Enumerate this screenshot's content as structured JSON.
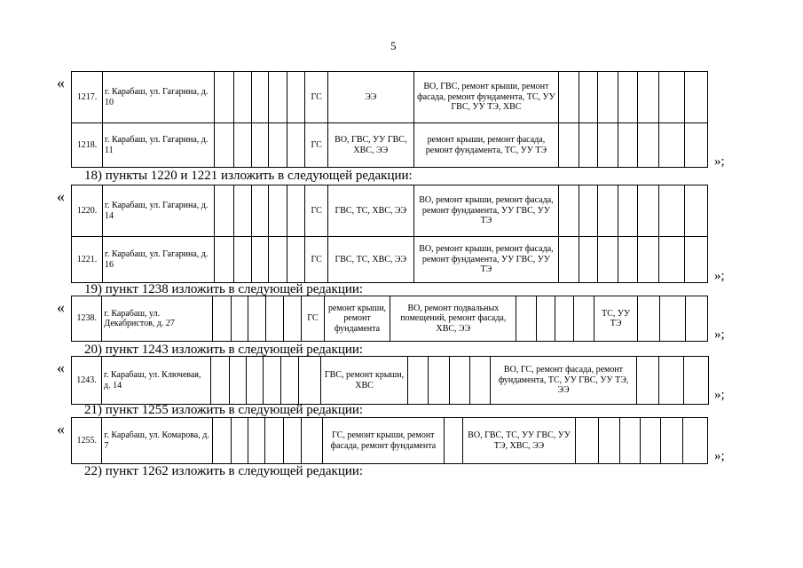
{
  "page_number": "5",
  "open_quote": "«",
  "close_mark": "»;",
  "headings": {
    "h18": "18) пункты 1220 и 1221 изложить в следующей редакции:",
    "h19": "19) пункт 1238 изложить в следующей редакции:",
    "h20": "20) пункт 1243 изложить в следующей редакции:",
    "h21": "21) пункт 1255 изложить в следующей редакции:",
    "h22": "22) пункт 1262 изложить в следующей редакции:"
  },
  "rows": {
    "r1217": {
      "num": "1217.",
      "addr": "г. Карабаш, ул. Гагарина, д. 10",
      "gs": "ГС",
      "w1": "ЭЭ",
      "w2": "ВО, ГВС, ремонт крыши, ремонт фасада, ремонт фундамента, ТС, УУ ГВС, УУ ТЭ, ХВС"
    },
    "r1218": {
      "num": "1218.",
      "addr": "г. Карабаш, ул. Гагарина, д. 11",
      "gs": "ГС",
      "w1": "ВО, ГВС, УУ ГВС, ХВС, ЭЭ",
      "w2": "ремонт крыши, ремонт фасада, ремонт фундамента, ТС, УУ ТЭ"
    },
    "r1220": {
      "num": "1220.",
      "addr": "г. Карабаш, ул. Гагарина, д. 14",
      "gs": "ГС",
      "w1": "ГВС, ТС, ХВС, ЭЭ",
      "w2": "ВО, ремонт крыши, ремонт фасада, ремонт фундамента, УУ ГВС, УУ ТЭ"
    },
    "r1221": {
      "num": "1221.",
      "addr": "г. Карабаш, ул. Гагарина, д. 16",
      "gs": "ГС",
      "w1": "ГВС, ТС, ХВС, ЭЭ",
      "w2": "ВО, ремонт крыши, ремонт фасада, ремонт фундамента, УУ ГВС, УУ ТЭ"
    },
    "r1238": {
      "num": "1238.",
      "addr": "г. Карабаш, ул. Декабристов, д. 27",
      "gs": "ГС",
      "w1": "ремонт крыши, ремонт фундамента",
      "w2": "ВО, ремонт подвальных помещений, ремонт фасада, ХВС, ЭЭ",
      "w3": "ТС, УУ ТЭ"
    },
    "r1243": {
      "num": "1243.",
      "addr": "г. Карабаш, ул. Ключевая, д. 14",
      "w1": "ГВС, ремонт крыши, ХВС",
      "w2": "ВО, ГС, ремонт фасада, ремонт фундамента, ТС, УУ ГВС, УУ ТЭ, ЭЭ"
    },
    "r1255": {
      "num": "1255.",
      "addr": "г. Карабаш, ул. Комарова, д. 7",
      "w1": "ГС, ремонт крыши, ремонт фасада, ремонт фундамента",
      "w2": "ВО, ГВС, ТС, УУ ГВС, УУ ТЭ, ХВС, ЭЭ"
    }
  }
}
